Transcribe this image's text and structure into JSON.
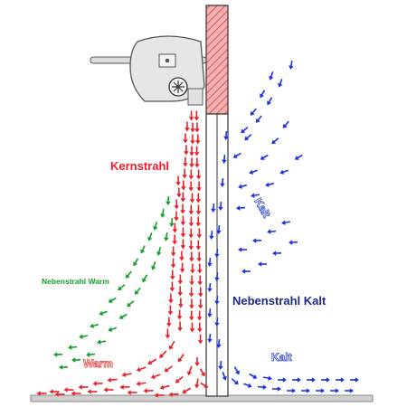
{
  "labels": {
    "kernstrahl": "Kernstrahl",
    "nebenstrahl_warm": "Nebenstrahl Warm",
    "nebenstrahl_kalt": "Nebenstrahl Kalt",
    "warm": "Warm",
    "kalt_top": "Kalt",
    "kalt_bottom": "Kalt"
  },
  "colors": {
    "warm_core": "#e8202a",
    "warm_side": "#13a02b",
    "cold": "#1e32e6",
    "wall_brick": "#e87878",
    "floor": "#cfcfcf",
    "heater_body": "#e6e6e6",
    "label_kalt_bold": "#1a2a8c",
    "label_outline_cold": "#3a4fd0",
    "label_outline_warm": "#e04040"
  }
}
